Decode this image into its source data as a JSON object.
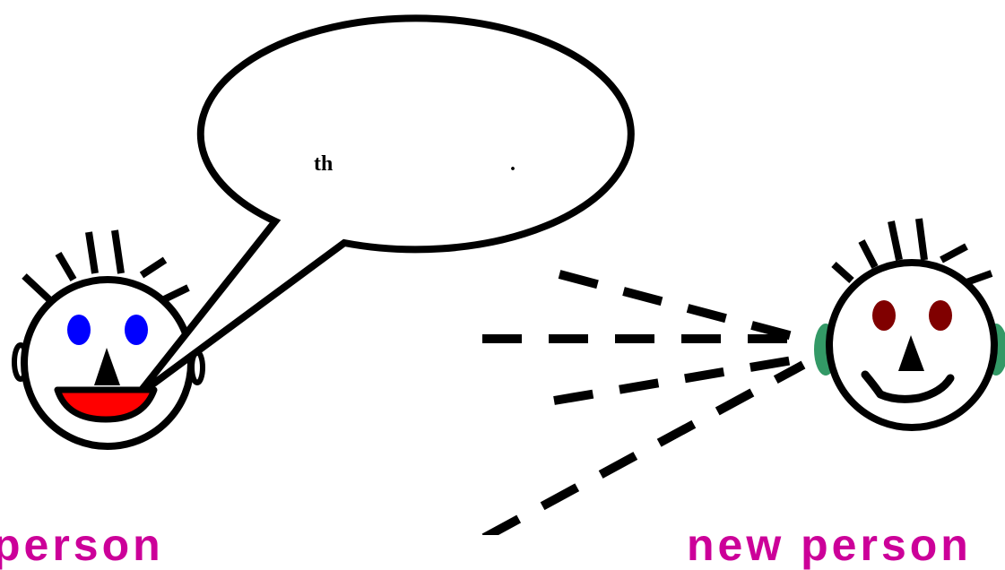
{
  "speech_bubble": {
    "text_left": "th",
    "text_right": "."
  },
  "labels": {
    "speaker": "person",
    "listener": "new person"
  },
  "colors": {
    "label_text": "#cc0099",
    "speaker_eyes": "#0000ff",
    "speaker_mouth": "#ff0000",
    "listener_eyes": "#800000",
    "listener_ears": "#339966",
    "outline": "#000000"
  }
}
